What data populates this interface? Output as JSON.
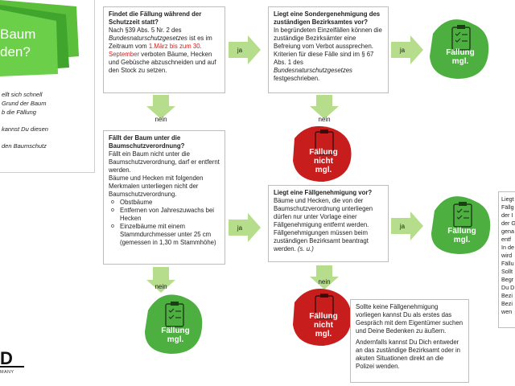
{
  "intro": {
    "card_title_line1": "Baum",
    "card_title_line2": "den?",
    "lines": [
      "ellt sich schnell",
      "Grund der Baum",
      "b die Fällung",
      "",
      "kannst Du diesen",
      "",
      "den Baumschutz"
    ],
    "logo": "D",
    "logo_sub": "MANY"
  },
  "box1": {
    "title": "Findet die Fällung während der Schutzzeit statt?",
    "text_a": "Nach §39 Abs. 5 Nr. 2 des ",
    "law": "Bundesnaturschutzgesetzes",
    "text_b": " ist es im Zeitraum vom ",
    "red": "1.März bis zum 30. September",
    "text_c": " verboten Bäume, Hecken und Gebüsche abzuschneiden und auf den Stock zu setzen."
  },
  "box2": {
    "title": "Liegt eine Sondergenehmigung des zuständigen Bezirksamtes vor?",
    "text_a": "In begründeten Einzelfällen können die zuständige Bezirksämter eine Befreiung vom Verbot aussprechen. Kriterien für diese Fälle sind im § 67 Abs. 1 des ",
    "law": "Bundesnaturschutzgesetzes",
    "text_b": " festgeschrieben."
  },
  "box3": {
    "title": "Fällt der Baum unter die Baumschutzverordnung?",
    "text_a": "Fällt ein Baum nicht unter die Baumschutzverordnung, darf er entfernt werden.",
    "text_b": "Bäume und Hecken mit folgenden Merkmalen unterliegen nicht der Baumschutzverordnung.",
    "bullets": [
      "Obstbäume",
      "Entfernen von Jahreszuwachs bei Hecken",
      "Einzelbäume mit einem Stammdurchmesser unter 25 cm (gemessen in 1,30 m Stammhöhe)"
    ]
  },
  "box4": {
    "title": "Liegt eine Fällgenehmigung vor?",
    "text_a": "Bäume und Hecken, die von der Baumschutzverordnung unterliegen dürfen nur unter Vorlage einer Fällgenehmigung entfernt werden. Fällgenehmigungen müssen beim zuständigen Bezirksamt beantragt werden. ",
    "ref": "(s. u.)"
  },
  "box5": {
    "text_a": "Sollte keine Fällgenehmigung vorliegen kannst Du als erstes das Gespräch mit dem Eigentümer suchen und Deine Bedenken zu äußern.",
    "text_b": "Andernfalls kannst Du Dich entweder an das zuständige Bezirksamt oder in akuten Situationen direkt an die Polizei wenden."
  },
  "box6": {
    "lines": [
      "Liegt",
      "Fällg",
      "der I",
      "der G",
      "gena",
      "entf",
      "In de",
      "wird",
      "Fällu",
      "Sollt",
      "Begr",
      "Du D",
      "Bezi",
      "Bezi",
      "wen"
    ]
  },
  "arrows": {
    "ja": "ja",
    "nein": "nein"
  },
  "results": {
    "allowed_line1": "Fällung",
    "allowed_line2": "mgl.",
    "forbidden_line1": "Fällung",
    "forbidden_line2": "nicht",
    "forbidden_line3": "mgl."
  },
  "colors": {
    "green": "#4caf3f",
    "light_green": "#b5dd8c",
    "red": "#c81d1d",
    "text_red": "#d02020"
  }
}
